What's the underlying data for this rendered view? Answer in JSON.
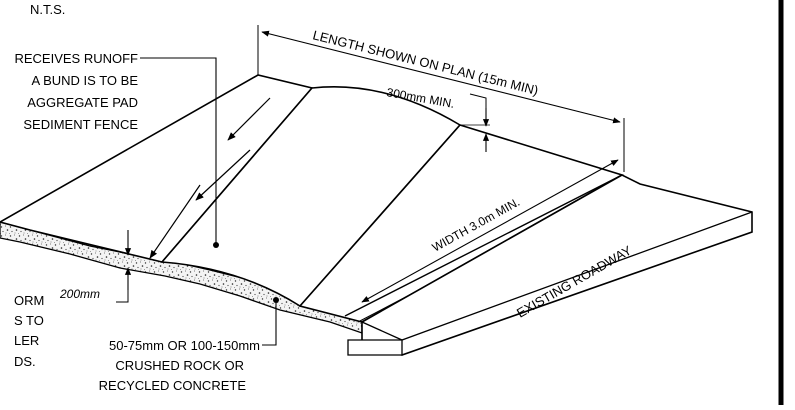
{
  "scale_note": "N.T.S.",
  "labels": {
    "length": "LENGTH SHOWN ON PLAN (15m MIN)",
    "height": "300mm MIN.",
    "width": "WIDTH 3.0m MIN.",
    "roadway": "EXISTING ROADWAY",
    "depth": "200mm"
  },
  "notes": {
    "runoff": [
      "RECEIVES RUNOFF",
      "A BUND IS TO BE",
      "AGGREGATE PAD",
      "SEDIMENT FENCE"
    ],
    "stormwater": [
      "ORM",
      "S TO",
      "LER",
      "DS."
    ],
    "material": [
      "50-75mm OR 100-150mm",
      "CRUSHED ROCK OR",
      "RECYCLED CONCRETE"
    ]
  }
}
